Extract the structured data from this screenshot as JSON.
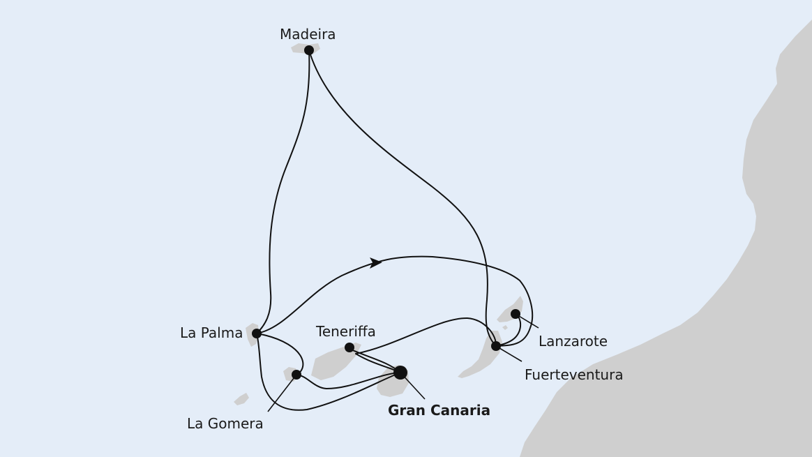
{
  "map": {
    "colors": {
      "sea": "#e4edf8",
      "land": "#cfcfcf",
      "route": "#111111",
      "text": "#1a1a1a"
    },
    "ports": {
      "madeira": "Madeira",
      "la_palma": "La Palma",
      "teneriffa": "Teneriffa",
      "la_gomera": "La Gomera",
      "gran_canaria": "Gran Canaria",
      "lanzarote": "Lanzarote",
      "fuerteventura": "Fuerteventura"
    },
    "home_port": "Gran Canaria",
    "direction_marker": "arrow-icon"
  }
}
